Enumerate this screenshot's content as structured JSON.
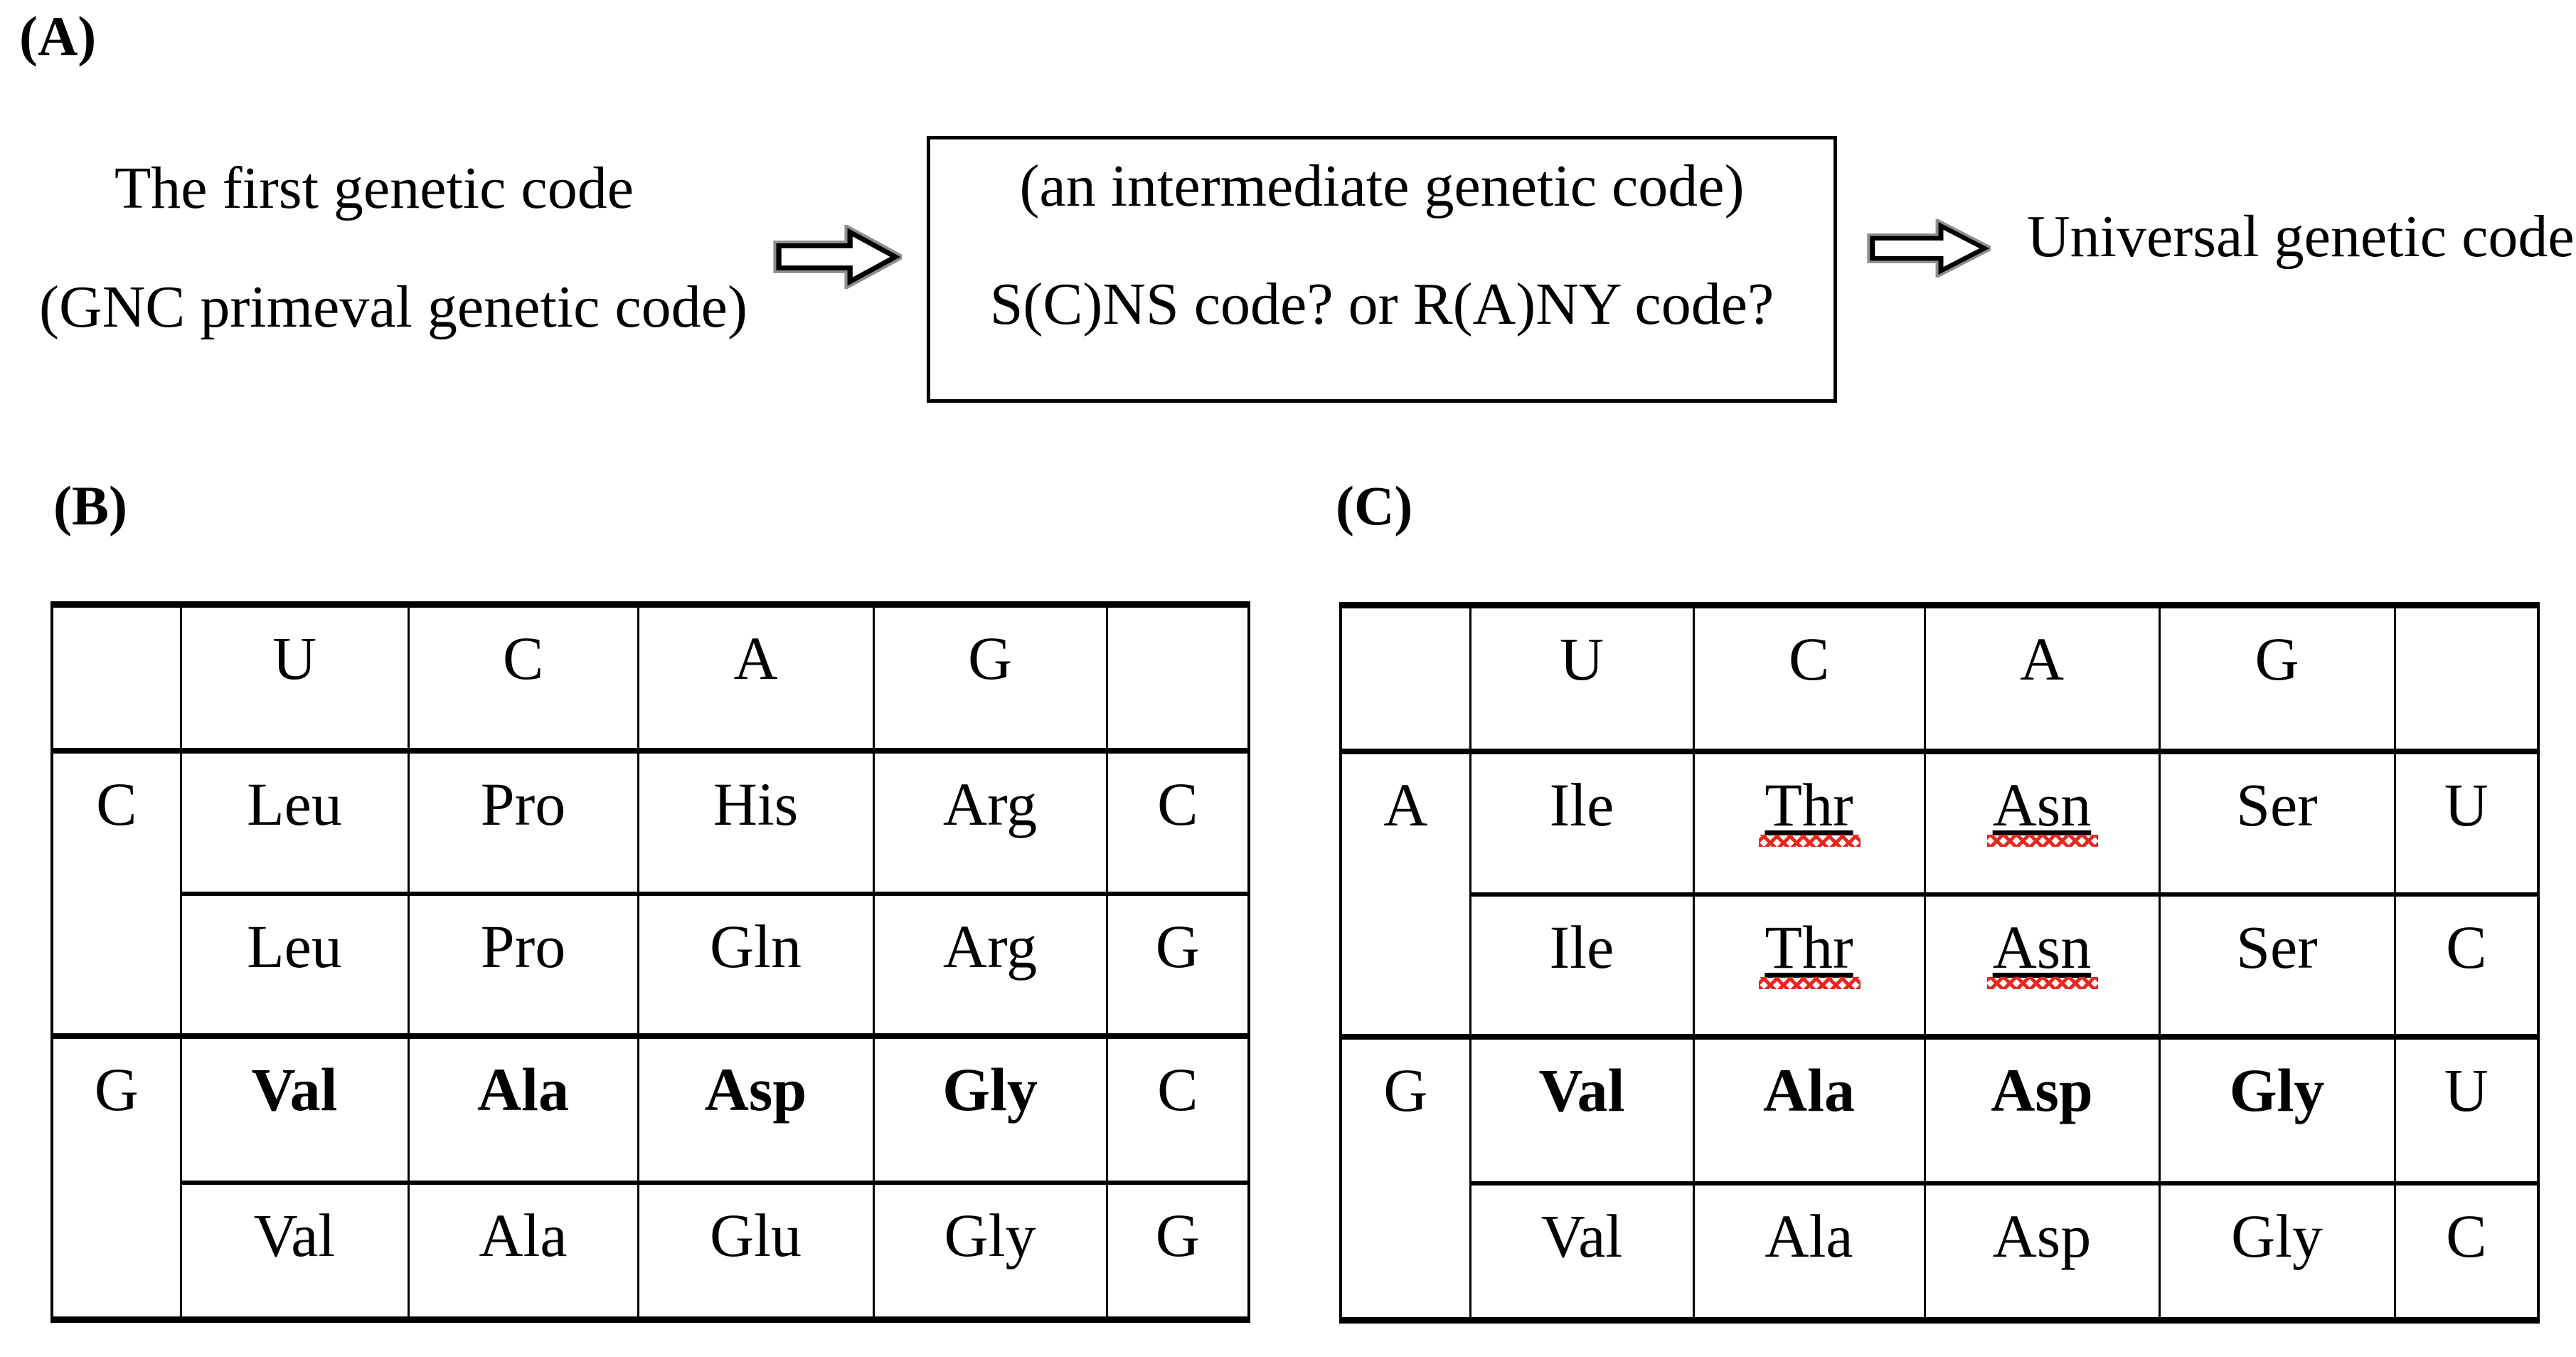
{
  "colors": {
    "text_black": "#000000",
    "squiggle_red": "#e8281e",
    "arrow_shadow_gray": "#8f8f8f",
    "background": "#ffffff"
  },
  "panel_a": {
    "label": "(A)",
    "left_line1": "The first genetic code",
    "left_line2": "(GNC primeval genetic code)",
    "box_line1": "(an intermediate genetic code)",
    "box_line2": "S(C)NS code? or R(A)NY code?",
    "right_text": "Universal genetic code"
  },
  "table_b": {
    "label": "(B)",
    "col_headers": [
      "U",
      "C",
      "A",
      "G"
    ],
    "groups": [
      {
        "row_label": "C",
        "rows": [
          {
            "cells": [
              "Leu",
              "Pro",
              "His",
              "Arg"
            ],
            "last": "C",
            "bold": false,
            "underlined": [
              false,
              false,
              false,
              false
            ]
          },
          {
            "cells": [
              "Leu",
              "Pro",
              "Gln",
              "Arg"
            ],
            "last": "G",
            "bold": false,
            "underlined": [
              false,
              false,
              false,
              false
            ]
          }
        ]
      },
      {
        "row_label": "G",
        "rows": [
          {
            "cells": [
              "Val",
              "Ala",
              "Asp",
              "Gly"
            ],
            "last": "C",
            "bold": true,
            "underlined": [
              false,
              false,
              false,
              false
            ]
          },
          {
            "cells": [
              "Val",
              "Ala",
              "Glu",
              "Gly"
            ],
            "last": "G",
            "bold": false,
            "underlined": [
              false,
              false,
              false,
              false
            ]
          }
        ]
      }
    ]
  },
  "table_c": {
    "label": "(C)",
    "col_headers": [
      "U",
      "C",
      "A",
      "G"
    ],
    "groups": [
      {
        "row_label": "A",
        "rows": [
          {
            "cells": [
              "Ile",
              "Thr",
              "Asn",
              "Ser"
            ],
            "last": "U",
            "bold": false,
            "underlined": [
              false,
              true,
              true,
              false
            ]
          },
          {
            "cells": [
              "Ile",
              "Thr",
              "Asn",
              "Ser"
            ],
            "last": "C",
            "bold": false,
            "underlined": [
              false,
              true,
              true,
              false
            ]
          }
        ]
      },
      {
        "row_label": "G",
        "rows": [
          {
            "cells": [
              "Val",
              "Ala",
              "Asp",
              "Gly"
            ],
            "last": "U",
            "bold": true,
            "underlined": [
              false,
              false,
              false,
              false
            ]
          },
          {
            "cells": [
              "Val",
              "Ala",
              "Asp",
              "Gly"
            ],
            "last": "C",
            "bold": false,
            "underlined": [
              false,
              false,
              false,
              false
            ]
          }
        ]
      }
    ]
  }
}
